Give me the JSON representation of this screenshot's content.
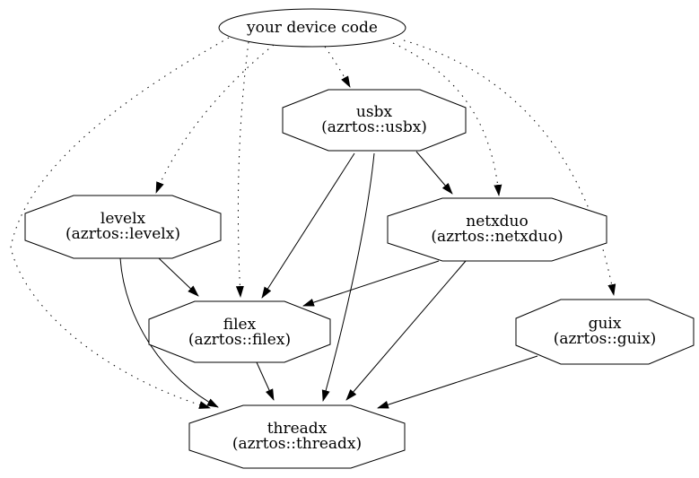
{
  "nodes": {
    "device": {
      "label": "your device code"
    },
    "usbx": {
      "name": "usbx",
      "package": "(azrtos::usbx)"
    },
    "levelx": {
      "name": "levelx",
      "package": "(azrtos::levelx)"
    },
    "netxduo": {
      "name": "netxduo",
      "package": "(azrtos::netxduo)"
    },
    "filex": {
      "name": "filex",
      "package": "(azrtos::filex)"
    },
    "guix": {
      "name": "guix",
      "package": "(azrtos::guix)"
    },
    "threadx": {
      "name": "threadx",
      "package": "(azrtos::threadx)"
    }
  },
  "edges": {
    "dotted": [
      {
        "from": "your device code",
        "to": "usbx"
      },
      {
        "from": "your device code",
        "to": "levelx"
      },
      {
        "from": "your device code",
        "to": "netxduo"
      },
      {
        "from": "your device code",
        "to": "filex"
      },
      {
        "from": "your device code",
        "to": "guix"
      },
      {
        "from": "your device code",
        "to": "threadx"
      }
    ],
    "solid": [
      {
        "from": "usbx",
        "to": "netxduo"
      },
      {
        "from": "usbx",
        "to": "filex"
      },
      {
        "from": "usbx",
        "to": "threadx"
      },
      {
        "from": "levelx",
        "to": "filex"
      },
      {
        "from": "levelx",
        "to": "threadx"
      },
      {
        "from": "netxduo",
        "to": "filex"
      },
      {
        "from": "netxduo",
        "to": "threadx"
      },
      {
        "from": "filex",
        "to": "threadx"
      },
      {
        "from": "guix",
        "to": "threadx"
      }
    ]
  },
  "colors": {
    "stroke": "#000000",
    "background": "#ffffff",
    "node_fill": "#ffffff"
  }
}
